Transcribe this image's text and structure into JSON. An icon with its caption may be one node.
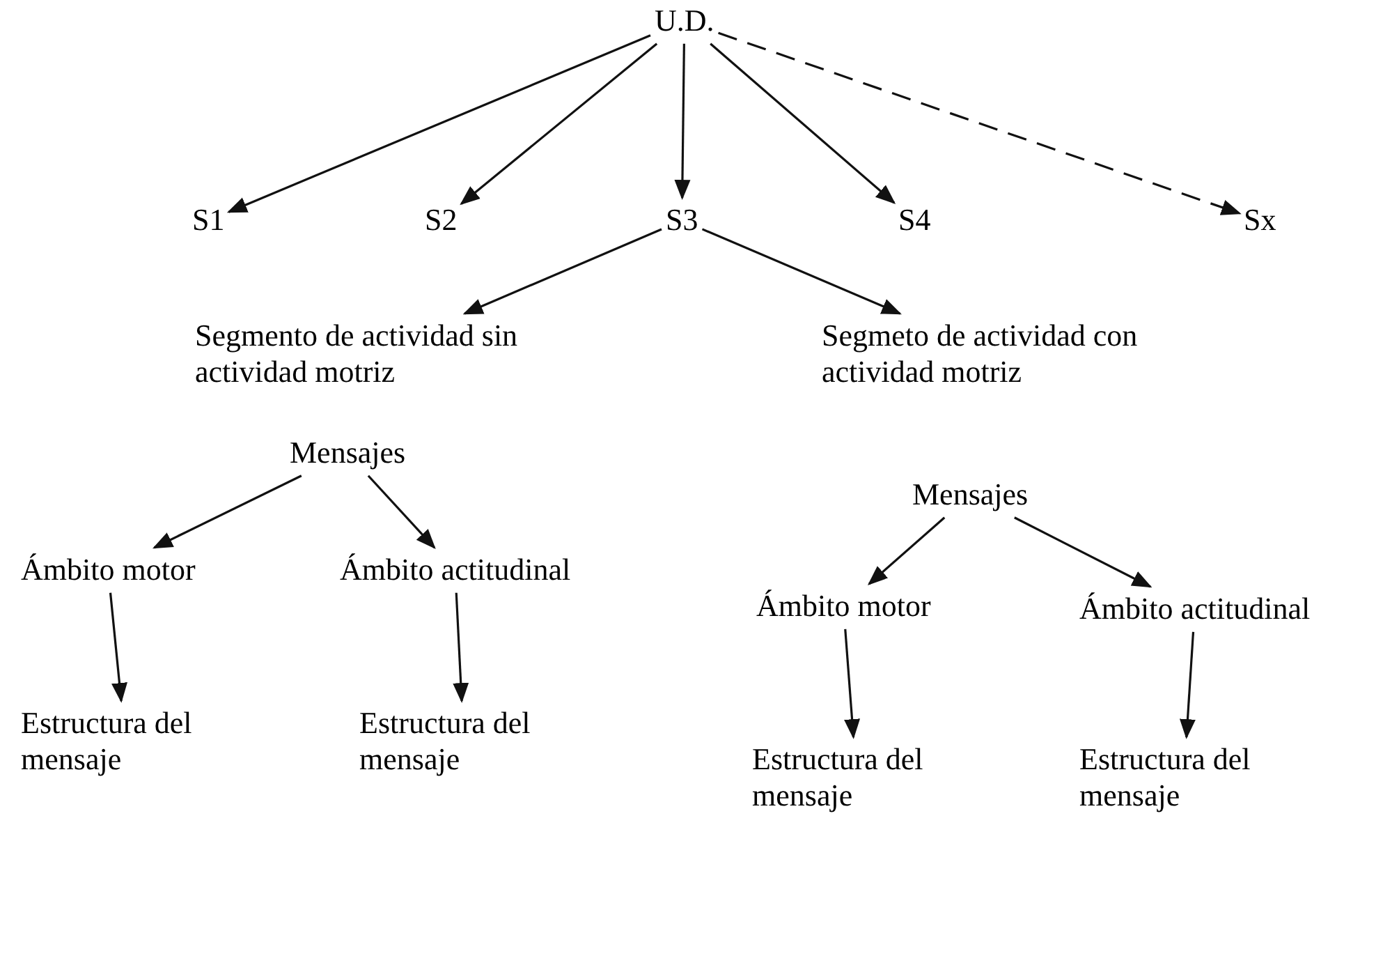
{
  "diagram": {
    "nodes": [
      {
        "text": [
          "U.D."
        ]
      },
      {
        "text": [
          "S1"
        ]
      },
      {
        "text": [
          "S2"
        ]
      },
      {
        "text": [
          "S3"
        ]
      },
      {
        "text": [
          "S4"
        ]
      },
      {
        "text": [
          "Sx"
        ]
      },
      {
        "text": [
          "Segmento de actividad sin actividad motriz"
        ]
      },
      {
        "text": [
          "Segmeto de actividad con actividad motriz"
        ]
      },
      {
        "text": [
          "Mensajes"
        ]
      },
      {
        "text": [
          "Mensajes"
        ]
      },
      {
        "text": [
          "Ámbito motor"
        ]
      },
      {
        "text": [
          "Ámbito actitudinal"
        ]
      },
      {
        "text": [
          "Ámbito motor"
        ]
      },
      {
        "text": [
          "Ámbito actitudinal"
        ]
      },
      {
        "text": [
          "Estructura del mensaje"
        ]
      },
      {
        "text": [
          "Estructura del mensaje"
        ]
      },
      {
        "text": [
          "Estructura del mensaje"
        ]
      },
      {
        "text": [
          "Estructura del mensaje"
        ]
      }
    ],
    "edges": [
      {
        "from": 0,
        "to": 1,
        "arrow": "to"
      },
      {
        "from": 0,
        "to": 2,
        "arrow": "to"
      },
      {
        "from": 0,
        "to": 3,
        "arrow": "to"
      },
      {
        "from": 0,
        "to": 4,
        "arrow": "to"
      },
      {
        "from": 0,
        "to": 5,
        "arrow": "to",
        "style": "dashed"
      },
      {
        "from": 3,
        "to": 6,
        "arrow": "to"
      },
      {
        "from": 3,
        "to": 7,
        "arrow": "to"
      },
      {
        "from": 8,
        "to": 10,
        "arrow": "to"
      },
      {
        "from": 8,
        "to": 11,
        "arrow": "to"
      },
      {
        "from": 9,
        "to": 12,
        "arrow": "to"
      },
      {
        "from": 9,
        "to": 13,
        "arrow": "to"
      },
      {
        "from": 10,
        "to": 14,
        "arrow": "to"
      },
      {
        "from": 11,
        "to": 15,
        "arrow": "to"
      },
      {
        "from": 12,
        "to": 16,
        "arrow": "to"
      },
      {
        "from": 13,
        "to": 17,
        "arrow": "to"
      }
    ]
  }
}
